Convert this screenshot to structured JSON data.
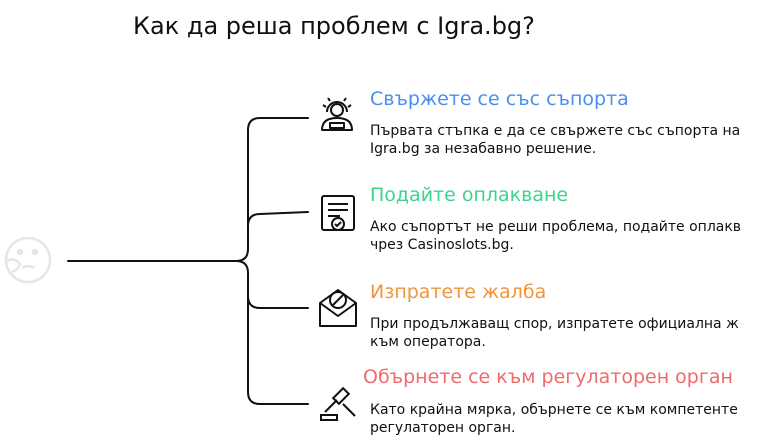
{
  "title": "Как да реша проблем с Igra.bg?",
  "colors": {
    "blue": "#4a8ff0",
    "green": "#3dd38c",
    "orange": "#f0953a",
    "red": "#f06a6a",
    "line": "#111111",
    "faded": "#e6e6e6"
  },
  "steps": [
    {
      "title": "Свържете се със съпорта",
      "desc1": "Първата стъпка е да се свържете със съпорта на",
      "desc2": "Igra.bg за незабавно решение.",
      "icon": "support-agent-icon",
      "color": "blue"
    },
    {
      "title": "Подайте оплакване",
      "desc1": "Ако съпортът не реши проблема, подайте оплакв",
      "desc2": "чрез Casinoslots.bg.",
      "icon": "certificate-icon",
      "color": "green"
    },
    {
      "title": "Изпратете жалба",
      "desc1": "При продължаващ спор, изпратете официална ж",
      "desc2": "към оператора.",
      "icon": "blocked-mail-icon",
      "color": "orange"
    },
    {
      "title": "Обърнете се към регулаторен орган",
      "desc1": "Като крайна мярка, обърнете се към компетенте",
      "desc2": "регулаторен орган.",
      "icon": "gavel-icon",
      "color": "red"
    }
  ]
}
